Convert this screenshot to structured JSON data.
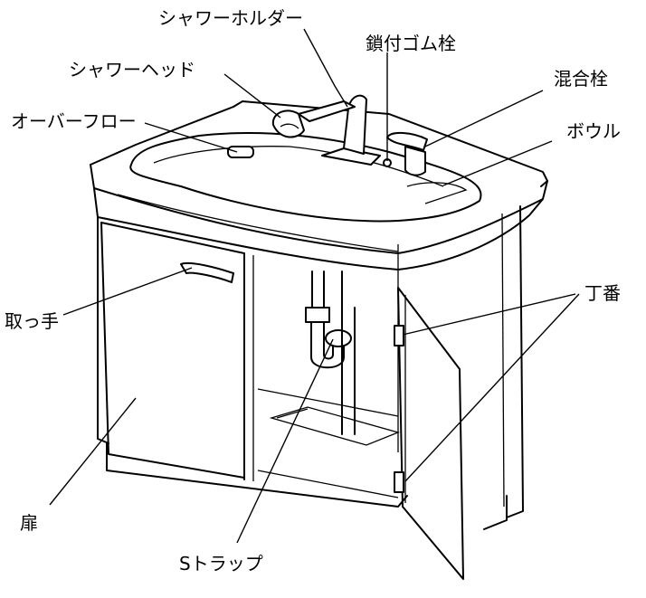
{
  "labels": {
    "shower_holder": "シャワーホルダー",
    "chained_plug": "鎖付ゴム栓",
    "shower_head": "シャワーヘッド",
    "mixing_faucet": "混合栓",
    "overflow": "オーバーフロー",
    "bowl": "ボウル",
    "hinge": "丁番",
    "handle": "取っ手",
    "door": "扉",
    "s_trap": "Sトラップ"
  }
}
